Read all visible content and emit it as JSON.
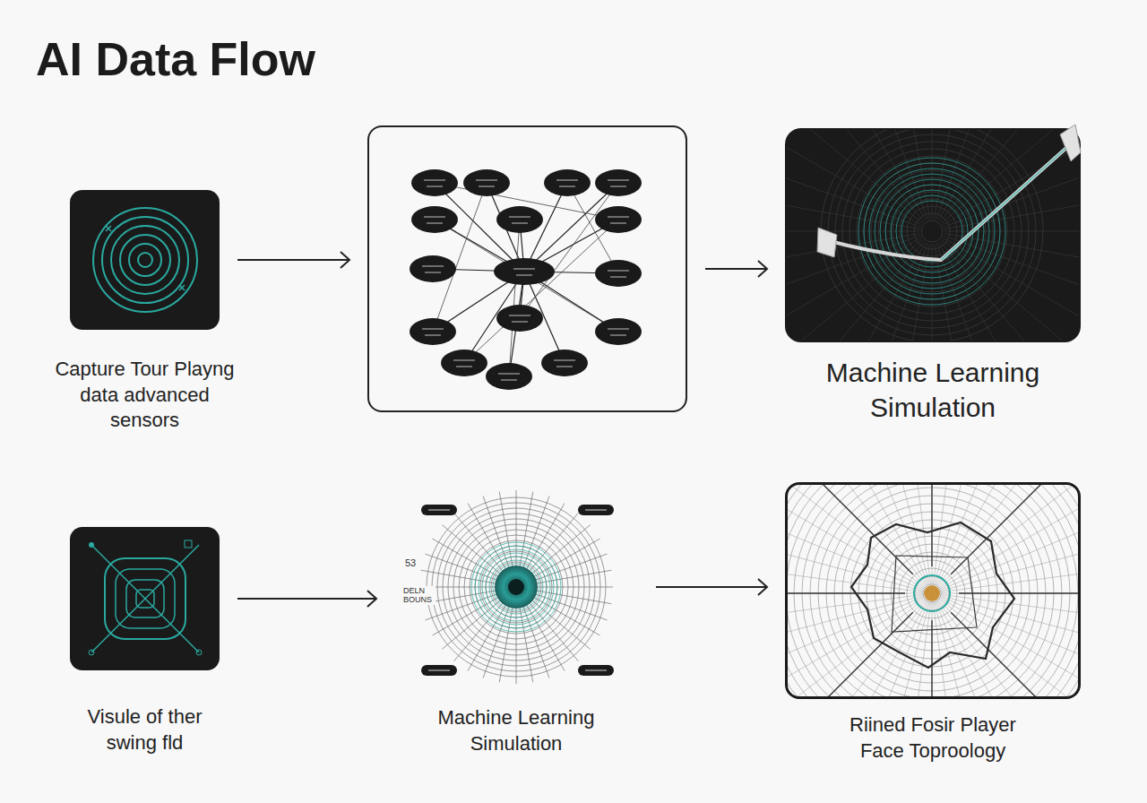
{
  "diagram": {
    "title": "AI Data Flow",
    "nodes": [
      {
        "text": [
          "Capture Tour Playng data advanced sensors"
        ]
      },
      {
        "text": []
      },
      {
        "text": [
          "Machine Learning Simulation"
        ]
      },
      {
        "text": [
          "Visule of ther swing fld"
        ]
      },
      {
        "text": [
          "Machine Learning Simulation"
        ]
      },
      {
        "text": [
          "Riined Fosir Player Face Toproology"
        ]
      }
    ],
    "edges": [
      {
        "from": 0,
        "to": 1,
        "arrow": "to"
      },
      {
        "from": 1,
        "to": 2,
        "arrow": "to"
      },
      {
        "from": 3,
        "to": 4,
        "arrow": "to"
      },
      {
        "from": 4,
        "to": 5,
        "arrow": "to"
      }
    ],
    "labels": [
      "53",
      "DELN BOUNS"
    ]
  }
}
